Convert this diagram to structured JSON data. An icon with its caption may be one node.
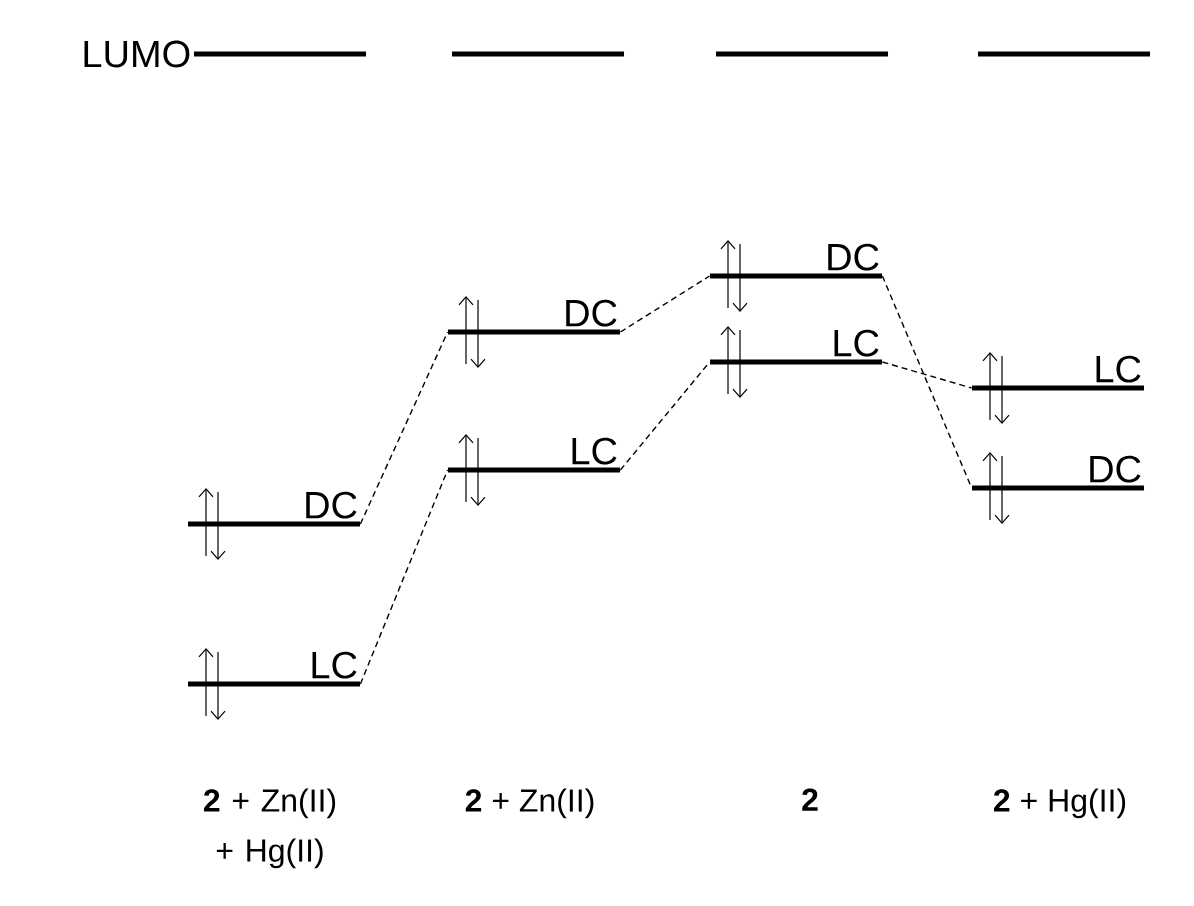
{
  "diagram": {
    "nodes": [
      {
        "text": [
          "LUMO"
        ]
      },
      {
        "text": [],
        "shape": "bar"
      },
      {
        "text": [],
        "shape": "bar"
      },
      {
        "text": [],
        "shape": "bar"
      },
      {
        "text": [
          "DC"
        ]
      },
      {
        "text": [
          "LC"
        ]
      },
      {
        "text": [
          "DC"
        ]
      },
      {
        "text": [
          "LC"
        ]
      },
      {
        "text": [
          "DC"
        ]
      },
      {
        "text": [
          "LC"
        ]
      },
      {
        "text": [
          "LC"
        ]
      },
      {
        "text": [
          "DC"
        ]
      }
    ],
    "edges": [
      {
        "from": 4,
        "to": 6,
        "arrow": "none",
        "style": "dashed"
      },
      {
        "from": 5,
        "to": 7,
        "arrow": "none",
        "style": "dashed"
      },
      {
        "from": 6,
        "to": 8,
        "arrow": "none",
        "style": "dashed"
      },
      {
        "from": 7,
        "to": 9,
        "arrow": "none",
        "style": "dashed"
      },
      {
        "from": 8,
        "to": 11,
        "arrow": "none",
        "style": "dashed"
      },
      {
        "from": 9,
        "to": 10,
        "arrow": "none",
        "style": "dashed"
      }
    ],
    "labels": [
      "**2** + Zn(II) + Hg(II)",
      "**2** + Zn(II)",
      "**2**",
      "**2** + Hg(II)"
    ]
  }
}
